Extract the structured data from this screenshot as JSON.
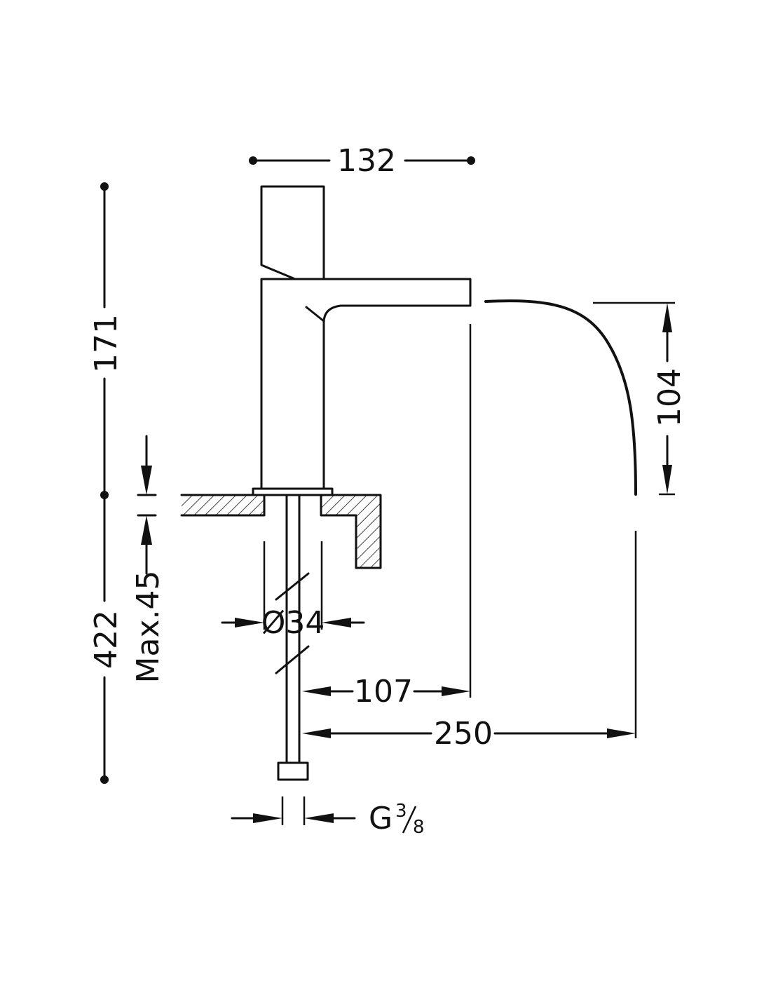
{
  "dimensions": {
    "width_top": "132",
    "upper_height": "171",
    "lower_height": "422",
    "max_counter": "Max.45",
    "diameter": "Ø34",
    "spout_reach": "107",
    "stream_reach": "250",
    "stream_height": "104",
    "thread_letter": "G",
    "thread_num": "3",
    "thread_den": "8"
  }
}
